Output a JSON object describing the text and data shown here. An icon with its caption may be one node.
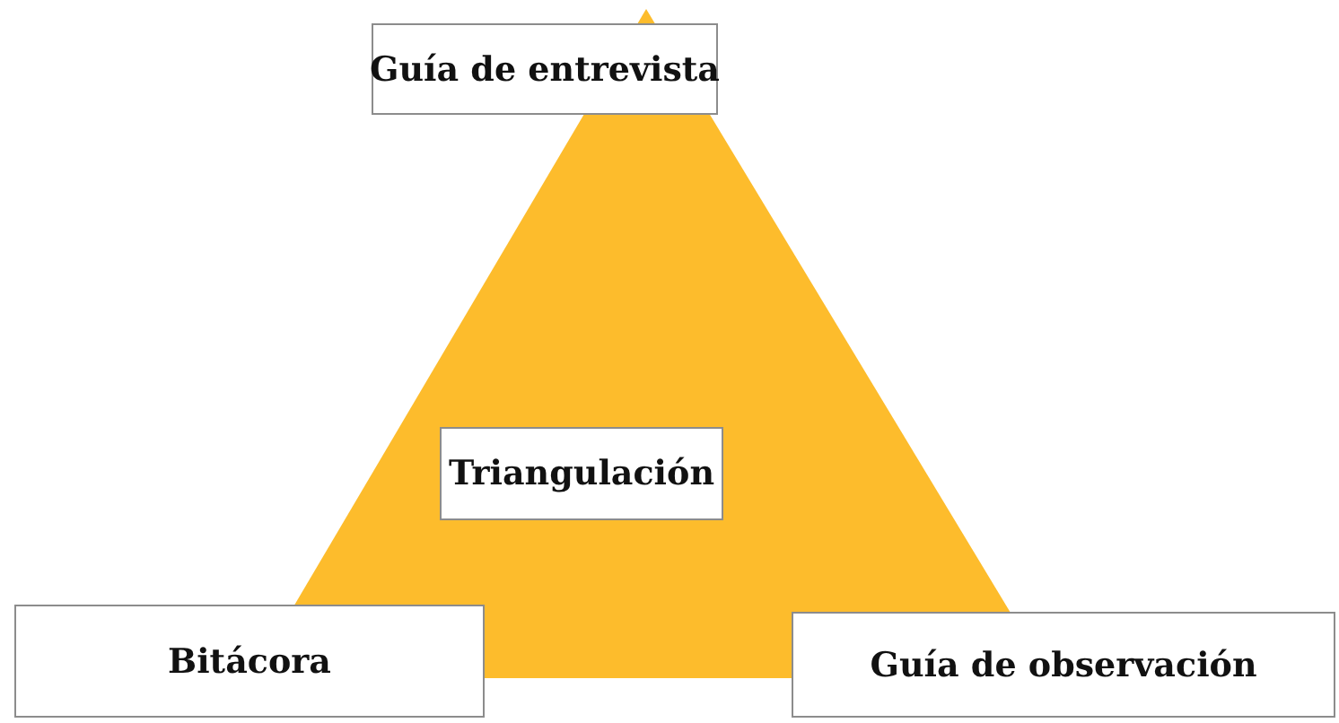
{
  "diagram": {
    "nodes": [
      {
        "text": [
          "Guía de entrevista"
        ]
      },
      {
        "text": [
          "Triangulación"
        ]
      },
      {
        "text": [
          "Bitácora"
        ]
      },
      {
        "text": [
          "Guía de observación"
        ]
      }
    ]
  }
}
